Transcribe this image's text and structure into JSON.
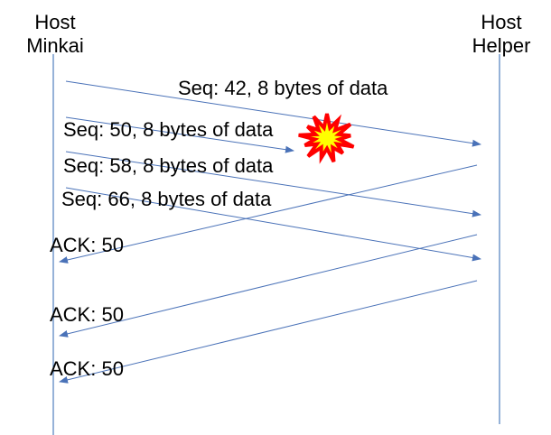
{
  "hosts": {
    "left": {
      "line1": "Host",
      "line2": "Minkai"
    },
    "right": {
      "line1": "Host",
      "line2": "Helper"
    }
  },
  "messages": [
    {
      "label": "Seq: 42, 8 bytes of data",
      "direction": "left-to-right",
      "status": "delivered"
    },
    {
      "label": "Seq: 50, 8 bytes of data",
      "direction": "left-to-right",
      "status": "lost"
    },
    {
      "label": "Seq: 58, 8 bytes of data",
      "direction": "left-to-right",
      "status": "delivered"
    },
    {
      "label": "Seq: 66, 8 bytes of data",
      "direction": "left-to-right",
      "status": "delivered"
    },
    {
      "label": "ACK: 50",
      "direction": "right-to-left",
      "status": "delivered"
    },
    {
      "label": "ACK: 50",
      "direction": "right-to-left",
      "status": "delivered"
    },
    {
      "label": "ACK: 50",
      "direction": "right-to-left",
      "status": "delivered"
    }
  ],
  "colors": {
    "timeline": "#4f7fbf",
    "arrow": "#4a72b8",
    "burst_fill": "#ffff00",
    "burst_stroke": "#ff0000"
  },
  "icons": {
    "loss_marker": "explosion-burst-icon"
  }
}
